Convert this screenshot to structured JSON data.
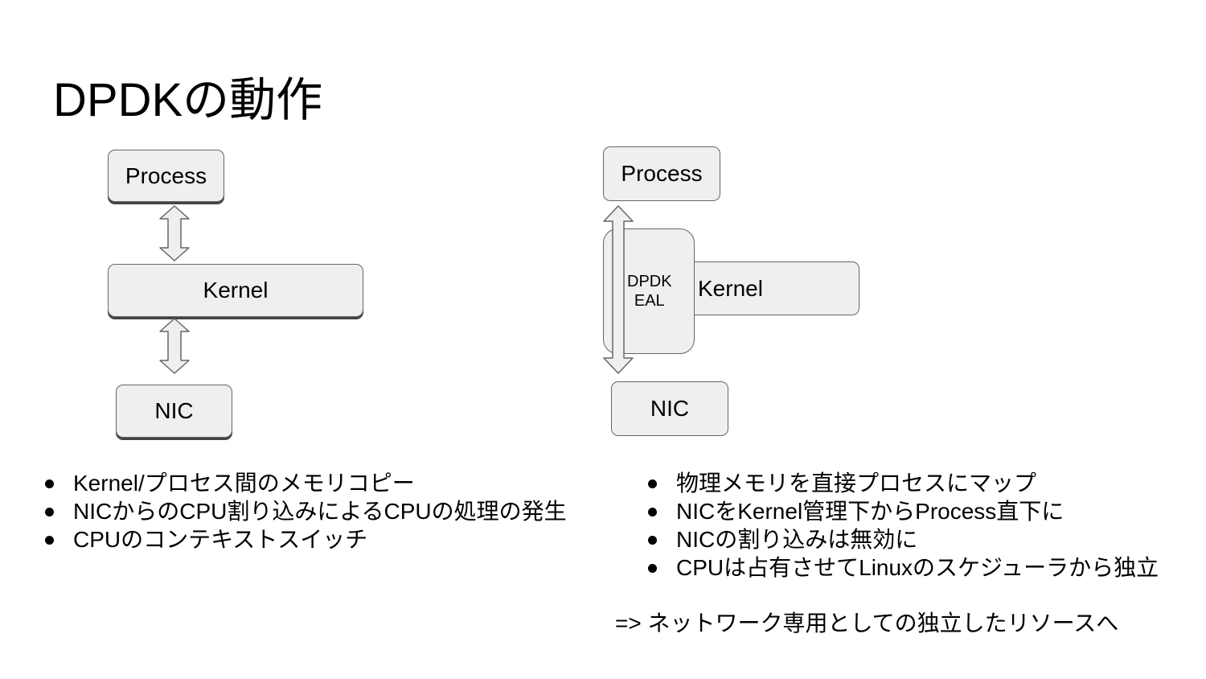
{
  "title": "DPDKの動作",
  "left_diagram": {
    "process_label": "Process",
    "kernel_label": "Kernel",
    "nic_label": "NIC"
  },
  "right_diagram": {
    "process_label": "Process",
    "kernel_label": "Kernel",
    "eal_line1": "DPDK",
    "eal_line2": "EAL",
    "nic_label": "NIC"
  },
  "left_bullets": [
    "Kernel/プロセス間のメモリコピー",
    "NICからのCPU割り込みによるCPUの処理の発生",
    "CPUのコンテキストスイッチ"
  ],
  "right_bullets": [
    "物理メモリを直接プロセスにマップ",
    "NICをKernel管理下からProcess直下に",
    "NICの割り込みは無効に",
    "CPUは占有させてLinuxのスケジューラから独立"
  ],
  "conclusion": "=> ネットワーク専用としての独立したリソースへ",
  "colors": {
    "box_fill": "#efefef",
    "box_border": "#666666",
    "text": "#000000"
  }
}
